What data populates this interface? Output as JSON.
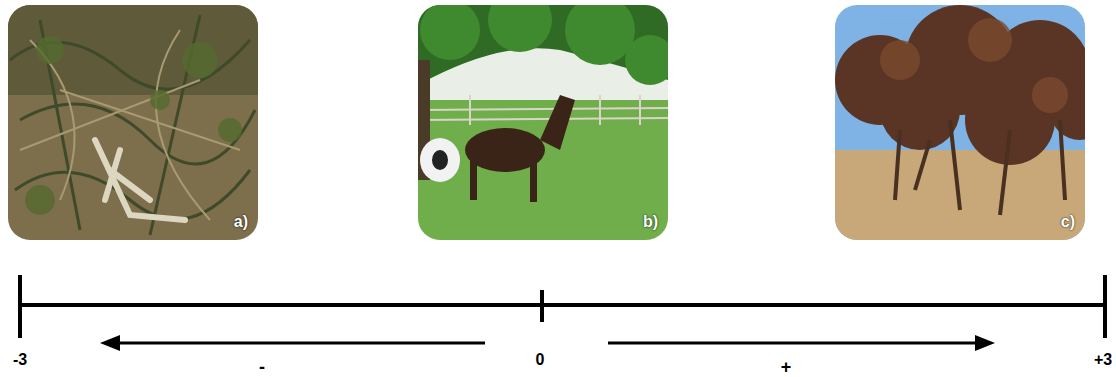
{
  "diagram": {
    "labels": [
      "a)",
      "b)",
      "c)",
      "-3",
      "-",
      "0",
      "+",
      "+3"
    ]
  }
}
